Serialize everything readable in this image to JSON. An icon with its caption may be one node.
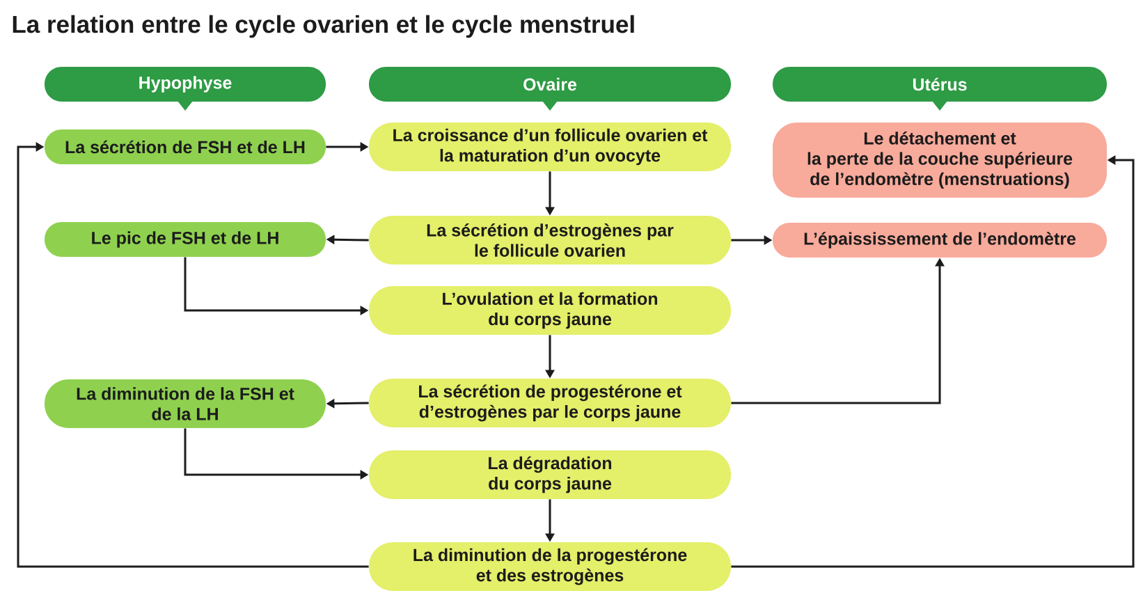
{
  "diagram": {
    "title": "La relation entre le cycle ovarien et le cycle menstruel",
    "nodes": [
      {
        "text": [
          "Hypophyse"
        ]
      },
      {
        "text": [
          "Ovaire"
        ]
      },
      {
        "text": [
          "Utérus"
        ]
      },
      {
        "text": [
          "La sécrétion de FSH et de LH"
        ]
      },
      {
        "text": [
          "La croissance d’un follicule ovarien et la maturation d’un ovocyte"
        ]
      },
      {
        "text": [
          "Le détachement et la perte de la couche supérieure de l’endomètre (menstruations)"
        ]
      },
      {
        "text": [
          "Le pic de FSH et de LH"
        ]
      },
      {
        "text": [
          "La sécrétion d’estrogènes par le follicule ovarien"
        ]
      },
      {
        "text": [
          "L’épaississement de l’endomètre"
        ]
      },
      {
        "text": [
          "L’ovulation et la formation du corps jaune"
        ]
      },
      {
        "text": [
          "La diminution de la FSH et de la LH"
        ]
      },
      {
        "text": [
          "La sécrétion de progestérone et d’estrogènes par le corps jaune"
        ]
      },
      {
        "text": [
          "La dégradation du corps jaune"
        ]
      },
      {
        "text": [
          "La diminution de la progestérone et des estrogènes"
        ]
      }
    ],
    "edges": [
      {
        "from": 3,
        "to": 4,
        "arrow": "to"
      },
      {
        "from": 4,
        "to": 7,
        "arrow": "to"
      },
      {
        "from": 7,
        "to": 6,
        "arrow": "to"
      },
      {
        "from": 7,
        "to": 8,
        "arrow": "to"
      },
      {
        "from": 6,
        "to": 9,
        "arrow": "to"
      },
      {
        "from": 9,
        "to": 11,
        "arrow": "to"
      },
      {
        "from": 11,
        "to": 10,
        "arrow": "to"
      },
      {
        "from": 11,
        "to": 8,
        "arrow": "to"
      },
      {
        "from": 10,
        "to": 12,
        "arrow": "to"
      },
      {
        "from": 12,
        "to": 13,
        "arrow": "to"
      },
      {
        "from": 13,
        "to": 3,
        "arrow": "to"
      },
      {
        "from": 13,
        "to": 5,
        "arrow": "to"
      }
    ]
  }
}
